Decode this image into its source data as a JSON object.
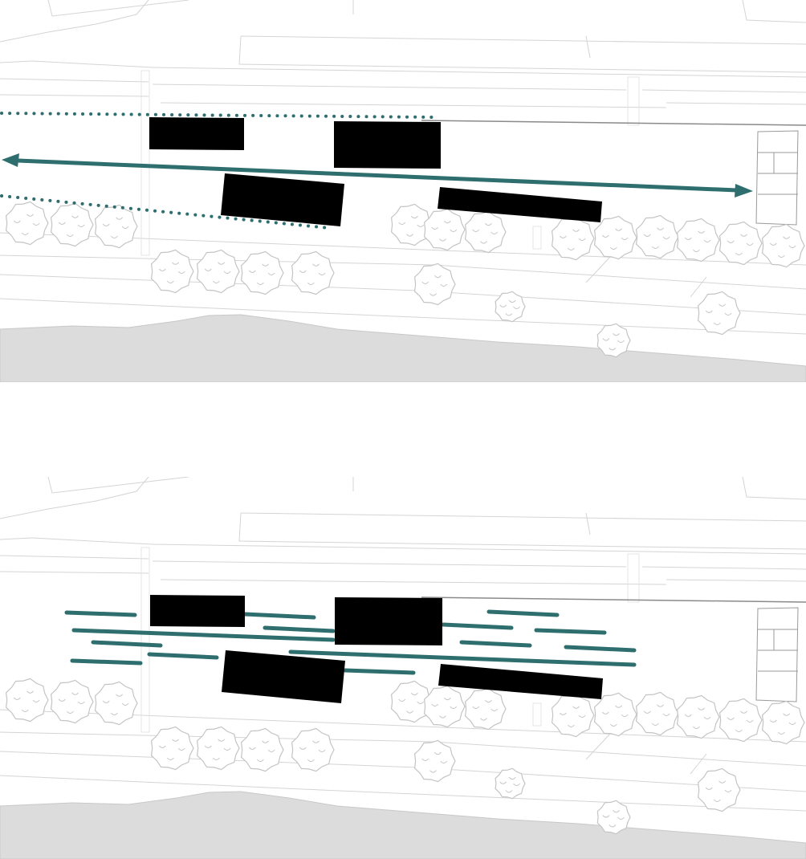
{
  "colors": {
    "accent": "#2f6e6e",
    "building": "#000000",
    "water": "#dcdcdc",
    "linework": "#d4d4d4",
    "tree": "#c4c4c4"
  },
  "icons": [
    "tree-icon",
    "arrow-icon"
  ],
  "panels": [
    {
      "id": "panel-top",
      "graphic": "dotted-corridor-with-double-arrow"
    },
    {
      "id": "panel-bottom",
      "graphic": "scattered-horizontal-strokes"
    }
  ]
}
